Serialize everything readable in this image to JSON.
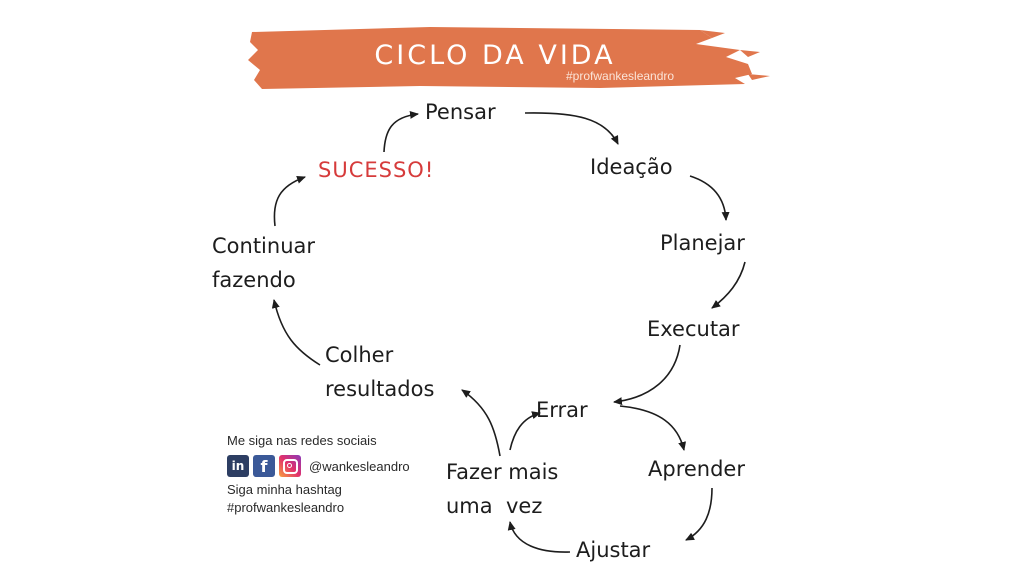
{
  "banner": {
    "title": "CICLO DA VIDA",
    "hashtag": "#profwankesleandro",
    "color": "#e0764c"
  },
  "cycle": {
    "pensar": "Pensar",
    "ideacao": "Ideação",
    "planejar": "Planejar",
    "executar": "Executar",
    "errar": "Errar",
    "aprender": "Aprender",
    "ajustar": "Ajustar",
    "fazer_mais_1": "Fazer mais",
    "fazer_mais_2": "uma  vez",
    "colher_1": "Colher",
    "colher_2": "resultados",
    "continuar_1": "Continuar",
    "continuar_2": "fazendo",
    "sucesso": "SUCESSO!",
    "sucesso_color": "#d63b3b"
  },
  "social": {
    "intro": "Me siga nas redes sociais",
    "icons": [
      "linkedin-icon",
      "facebook-icon",
      "instagram-icon"
    ],
    "handle": "@wankesleandro",
    "hashtag_intro": "Siga minha hashtag",
    "hashtag": "#profwankesleandro"
  }
}
